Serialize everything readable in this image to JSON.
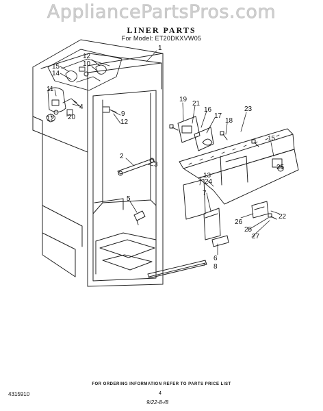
{
  "watermark": "AppliancePartsPros.com",
  "title": "LINER PARTS",
  "subtitle": "For Model: ET20DKXVW05",
  "callouts": [
    "1",
    "12",
    "10",
    "15",
    "14",
    "11",
    "4",
    "12",
    "20",
    "19",
    "21",
    "16",
    "17",
    "18",
    "23",
    "9",
    "12",
    "2",
    "3",
    "13",
    "7",
    "24",
    "5",
    "15",
    "25",
    "22",
    "26",
    "25",
    "27",
    "6",
    "8"
  ],
  "footer": {
    "ordering_info": "FOR ORDERING INFORMATION REFER TO PARTS PRICE LIST",
    "code": "4315910",
    "page": "4",
    "revision": "9/22-8-/8"
  }
}
